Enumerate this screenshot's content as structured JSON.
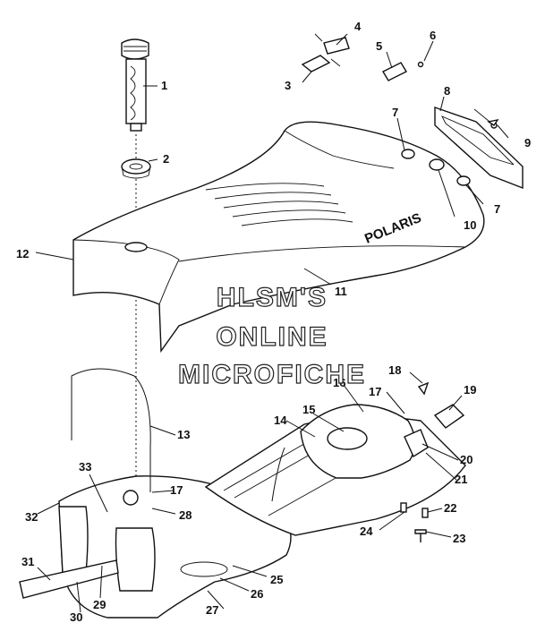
{
  "brand_text": "POLARIS",
  "watermark": [
    "HLSM'S",
    "ONLINE",
    "MICROFICHE"
  ],
  "callouts": [
    "1",
    "2",
    "3",
    "4",
    "5",
    "6",
    "7",
    "8",
    "9",
    "7",
    "10",
    "11",
    "12",
    "13",
    "14",
    "15",
    "16",
    "17",
    "18",
    "19",
    "20",
    "21",
    "22",
    "23",
    "24",
    "25",
    "26",
    "27",
    "28",
    "29",
    "30",
    "31",
    "32",
    "33",
    "17"
  ]
}
